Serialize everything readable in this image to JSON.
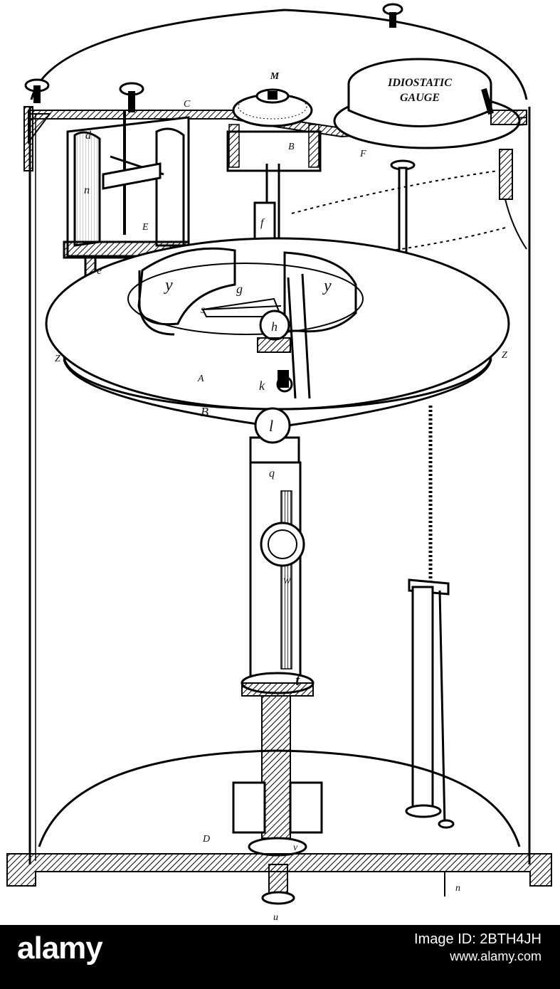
{
  "diagram": {
    "gauge_text": [
      "IDIOSTATIC",
      "GAUGE"
    ],
    "labels": {
      "M": "M",
      "C": "C",
      "B_top": "B",
      "F": "F",
      "d": "d",
      "n": "n",
      "E": "E",
      "e": "e",
      "f": "f",
      "y_left": "y",
      "y_right": "y",
      "g": "g",
      "s": "s",
      "h": "h",
      "Z_left": "Z",
      "Z_right": "Z",
      "A": "A",
      "k": "k",
      "B_bottom": "B",
      "l": "l",
      "q": "q",
      "w": "w",
      "t": "t",
      "D": "D",
      "v": "v",
      "n_bottom": "n",
      "u": "u"
    }
  },
  "footer": {
    "brand": "alamy",
    "image_id_label": "Image ID: 2BTH4JH",
    "site": "www.alamy.com"
  }
}
